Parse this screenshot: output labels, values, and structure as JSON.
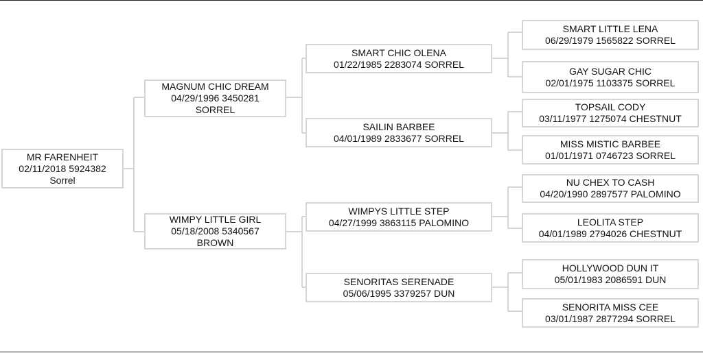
{
  "pedigree": {
    "subject": {
      "name": "MR FARENHEIT",
      "info": "02/11/2018 5924382",
      "color": "Sorrel"
    },
    "sire": {
      "name": "MAGNUM CHIC DREAM",
      "info": "04/29/1996 3450281",
      "color": "SORREL"
    },
    "dam": {
      "name": "WIMPY LITTLE GIRL",
      "info": "05/18/2008 5340567",
      "color": "BROWN"
    },
    "sire_sire": {
      "name": "SMART CHIC OLENA",
      "info": "01/22/1985 2283074 SORREL"
    },
    "sire_dam": {
      "name": "SAILIN BARBEE",
      "info": "04/01/1989 2833677 SORREL"
    },
    "dam_sire": {
      "name": "WIMPYS LITTLE STEP",
      "info": "04/27/1999 3863115 PALOMINO"
    },
    "dam_dam": {
      "name": "SENORITAS SERENADE",
      "info": "05/06/1995 3379257 DUN"
    },
    "ss_sire": {
      "name": "SMART LITTLE LENA",
      "info": "06/29/1979 1565822 SORREL"
    },
    "ss_dam": {
      "name": "GAY SUGAR CHIC",
      "info": "02/01/1975 1103375 SORREL"
    },
    "sd_sire": {
      "name": "TOPSAIL CODY",
      "info": "03/11/1977 1275074 CHESTNUT"
    },
    "sd_dam": {
      "name": "MISS MISTIC BARBEE",
      "info": "01/01/1971 0746723 SORREL"
    },
    "ds_sire": {
      "name": "NU CHEX TO CASH",
      "info": "04/20/1990 2897577 PALOMINO"
    },
    "ds_dam": {
      "name": "LEOLITA STEP",
      "info": "04/01/1989 2794026 CHESTNUT"
    },
    "dd_sire": {
      "name": "HOLLYWOOD DUN IT",
      "info": "05/01/1983 2086591 DUN"
    },
    "dd_dam": {
      "name": "SENORITA MISS CEE",
      "info": "03/01/1987 2877294 SORREL"
    }
  }
}
